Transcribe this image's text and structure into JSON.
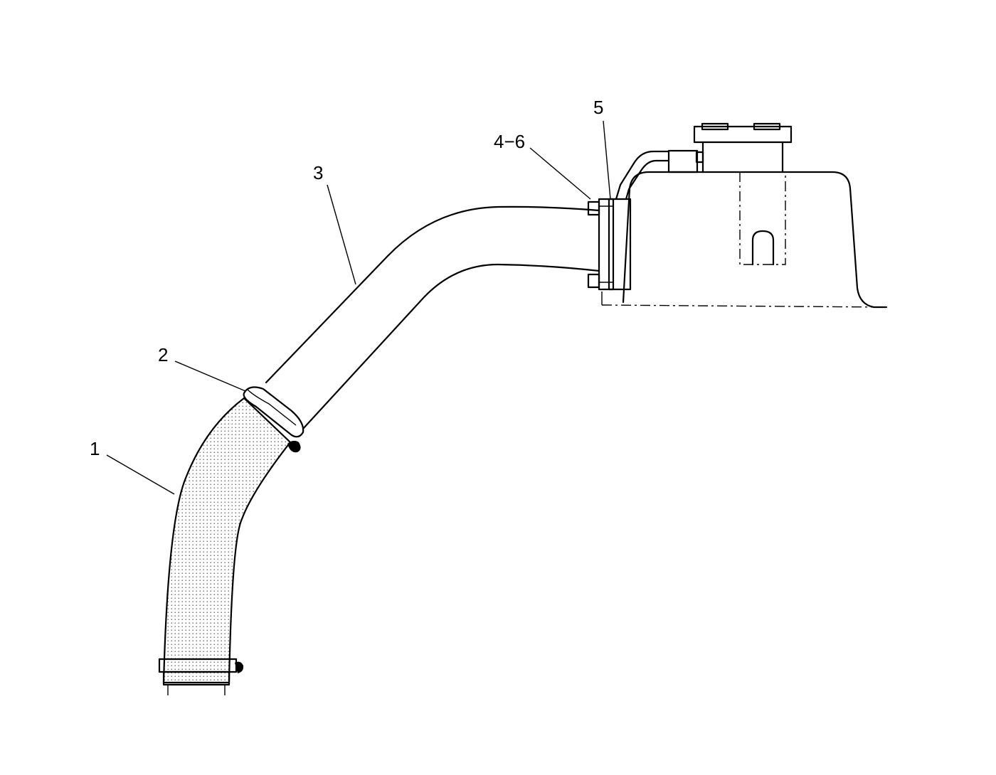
{
  "callouts": [
    {
      "id": "item-1",
      "label": "1"
    },
    {
      "id": "item-2",
      "label": "2"
    },
    {
      "id": "item-3",
      "label": "3"
    },
    {
      "id": "item-4-6",
      "label": "4−6"
    },
    {
      "id": "item-5",
      "label": "5"
    }
  ],
  "colors": {
    "ink": "#000000",
    "background": "#ffffff"
  }
}
